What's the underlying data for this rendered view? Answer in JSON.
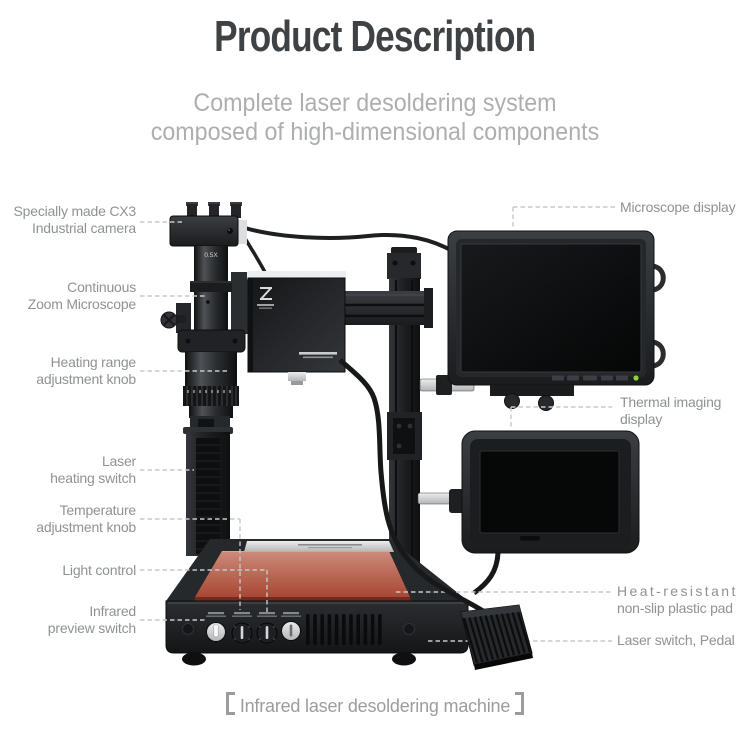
{
  "header": {
    "title": "Product Description",
    "subtitle_line1": "Complete laser desoldering system",
    "subtitle_line2": "composed of high-dimensional components"
  },
  "labels_left": [
    {
      "line1": "Specially made CX3",
      "line2": "Industrial camera"
    },
    {
      "line1": "Continuous",
      "line2": "Zoom Microscope"
    },
    {
      "line1": "Heating range",
      "line2": "adjustment knob"
    },
    {
      "line1": "Laser",
      "line2": "heating switch"
    },
    {
      "line1": "Temperature",
      "line2": "adjustment knob"
    },
    {
      "line1": "Light control",
      "line2": ""
    },
    {
      "line1": "Infrared",
      "line2": "preview switch"
    }
  ],
  "labels_right": [
    {
      "line1": "Microscope display",
      "line2": ""
    },
    {
      "line1": "Thermal imaging",
      "line2": "display"
    },
    {
      "line1": "Heat-resistant",
      "line2": "non-slip plastic pad"
    },
    {
      "line1": "Laser switch, Pedal",
      "line2": ""
    }
  ],
  "machine": {
    "camera_barrel_marking": "0.5X"
  },
  "caption": {
    "bracket_left": "【",
    "text": "Infrared laser desoldering machine",
    "bracket_right": "】"
  },
  "colors": {
    "title_dark": "#3f4245",
    "label_gray": "#8f9294",
    "leader_dash": "#c6c8ca",
    "pad_red": "#b0523f",
    "led_green": "#8bd62e"
  }
}
